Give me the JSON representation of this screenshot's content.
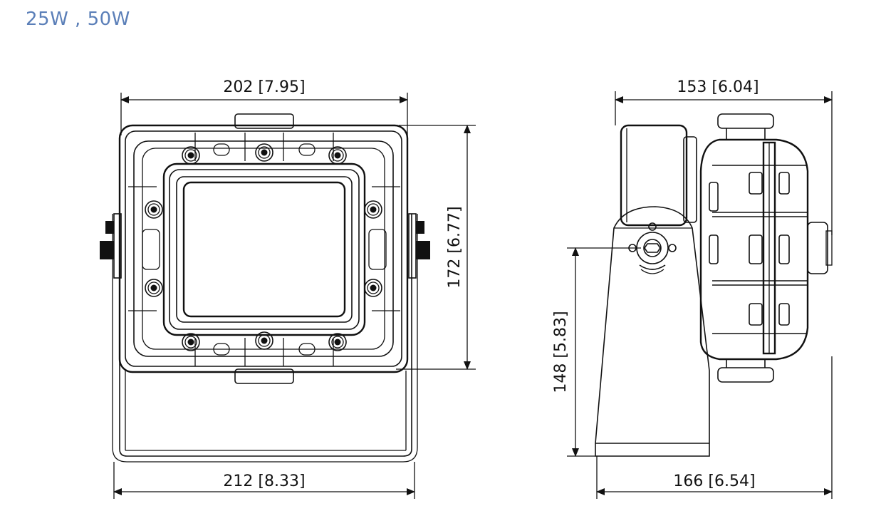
{
  "title": "25W , 50W",
  "front_view": {
    "width_top": "202 [7.95]",
    "height_right": "172 [6.77]",
    "width_bottom": "212 [8.33]"
  },
  "side_view": {
    "depth_top": "153 [6.04]",
    "height_left": "148 [5.83]",
    "depth_bottom": "166 [6.54]"
  }
}
